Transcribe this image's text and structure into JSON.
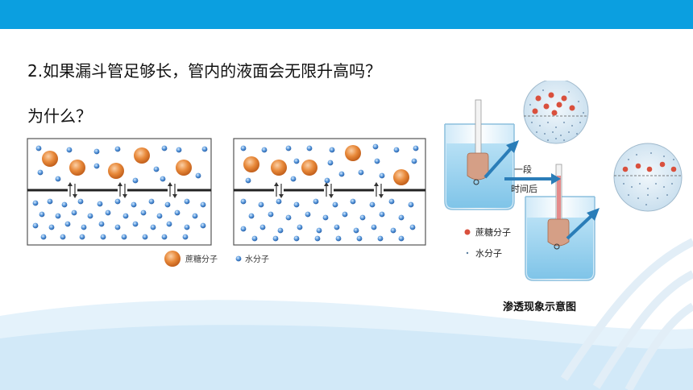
{
  "question": {
    "line1": "2.如果漏斗管足够长，管内的液面会无限升高吗？",
    "line2": "为什么？"
  },
  "left_diagram": {
    "legend_sucrose": "蔗糖分子",
    "legend_water": "水分子"
  },
  "right_diagram": {
    "time_label_1": "一段",
    "time_label_2": "时间后",
    "legend_sucrose": "蔗糖分子",
    "legend_water": "水分子",
    "caption": "渗透现象示意图"
  },
  "colors": {
    "header": "#0b9fe0",
    "sucrose": "#e8893a",
    "water": "#4d8fd6",
    "beaker_water": "#9fd3ee"
  }
}
